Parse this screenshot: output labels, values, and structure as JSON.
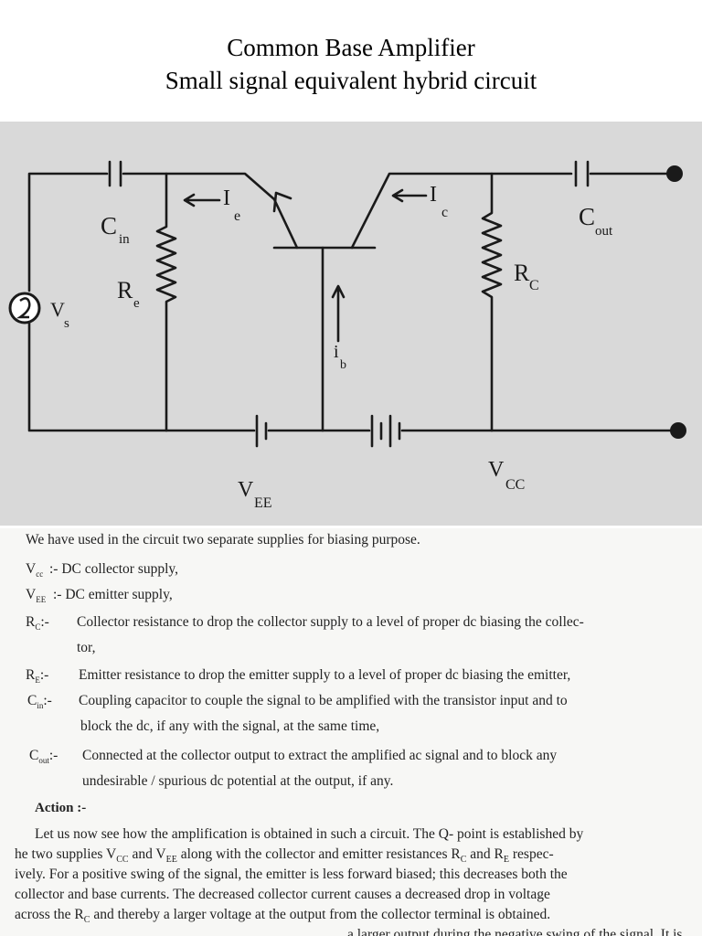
{
  "title": {
    "line1": "Common Base Amplifier",
    "line2": "Small signal equivalent hybrid circuit"
  },
  "circuit": {
    "labels": {
      "cin_main": "C",
      "cin_sub": "in",
      "re_main": "R",
      "re_sub": "e",
      "ie_main": "I",
      "ie_sub": "e",
      "ic_main": "I",
      "ic_sub": "c",
      "cout_main": "C",
      "cout_sub": "out",
      "rc_main": "R",
      "rc_sub": "C",
      "vs_main": "V",
      "vs_sub": "s",
      "ib_main": "i",
      "ib_sub": "b",
      "vee_main": "V",
      "vee_sub": "EE",
      "vcc_main": "V",
      "vcc_sub": "CC",
      "arrow": "←"
    }
  },
  "text": {
    "intro": "We have used in the circuit two separate supplies for biasing purpose.",
    "items": [
      {
        "main": "V",
        "sub": "cc",
        "sep": ":- ",
        "desc": "DC collector supply,"
      },
      {
        "main": "V",
        "sub": "EE",
        "sep": ":- ",
        "desc": "DC emitter supply,"
      },
      {
        "main": "R",
        "sub": "C",
        "sep": ":-",
        "desc": "Collector resistance to drop the collector supply to a level of proper dc biasing the collec-",
        "desc2": "tor,"
      },
      {
        "main": "R",
        "sub": "E",
        "sep": ":-",
        "desc": "Emitter resistance to drop the emitter supply to a level of proper dc biasing the emitter,"
      },
      {
        "main": "C",
        "sub": "in",
        "sep": ":-",
        "desc": "Coupling capacitor to couple the signal to be amplified with the transistor input and to",
        "desc2": "block the dc, if any with the signal, at the same time,"
      },
      {
        "main": "C",
        "sub": "out",
        "sep": ":-",
        "desc": "Connected at the collector output to extract the amplified ac signal and to block any",
        "desc2": "undesirable / spurious dc potential at the output, if any."
      }
    ],
    "action_heading": "Action :-",
    "para": {
      "l1": "Let us now see how the amplification is obtained in such a circuit. The Q- point is established by",
      "l2a": "he two supplies V",
      "l2s1": "CC",
      "l2b": " and V",
      "l2s2": "EE",
      "l2c": " along with the collector and emitter resistances R",
      "l2s3": "C",
      "l2d": " and R",
      "l2s4": "E",
      "l2e": " respec-",
      "l3": "ively. For a positive swing of the signal, the emitter is less forward biased; this decreases both the",
      "l4": "collector and base currents. The decreased collector current causes a decreased drop in voltage",
      "l5a": "across the R",
      "l5s": "C",
      "l5b": " and thereby a larger voltage at the output from the collector terminal is obtained.",
      "l6": "a larger output during the negative swing of the signal. It is"
    }
  }
}
